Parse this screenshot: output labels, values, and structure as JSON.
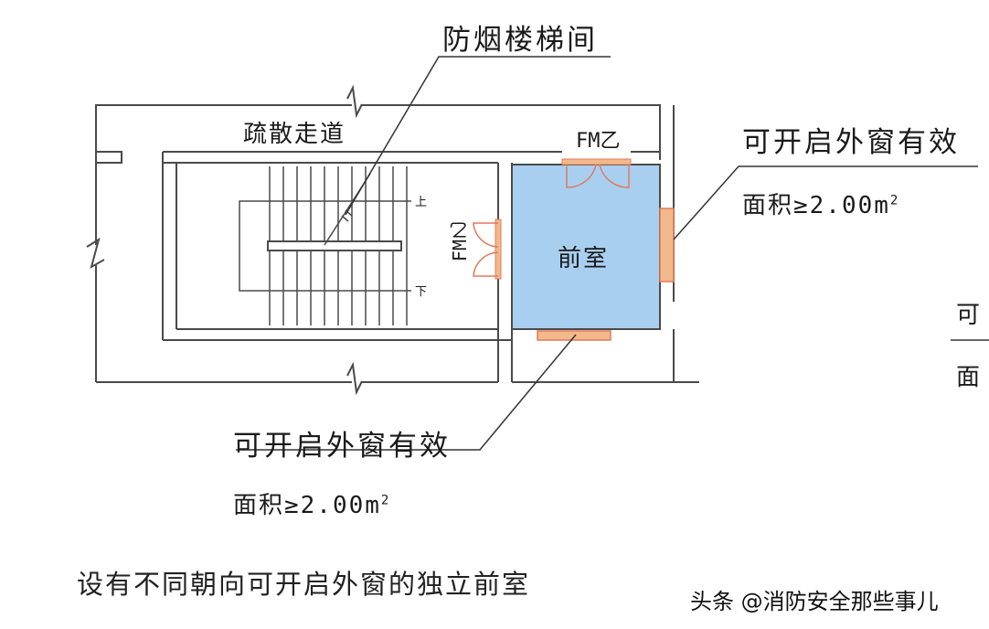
{
  "labels": {
    "stair_title": "防烟楼梯间",
    "corridor": "疏散走道",
    "door_top": "FM乙",
    "door_left": "FM乙",
    "anteroom": "前室",
    "up": "上",
    "down": "下",
    "window_right_line1": "可开启外窗有效",
    "window_right_line2_prefix": "面积≥2.00m",
    "window_right_sup": "2",
    "window_bottom_line1": "可开启外窗有效",
    "window_bottom_line2_prefix": "面积≥2.00m",
    "window_bottom_sup": "2",
    "cut_right_1": "可",
    "cut_right_2": "面",
    "caption": "设有不同朝向可开启外窗的独立前室",
    "watermark": "头条 @消防安全那些事儿"
  },
  "colors": {
    "wall": "#4a4a4a",
    "anteroom_fill": "#a9cff0",
    "window_fill": "#f2b98a",
    "door_swing": "#e07a5f"
  }
}
